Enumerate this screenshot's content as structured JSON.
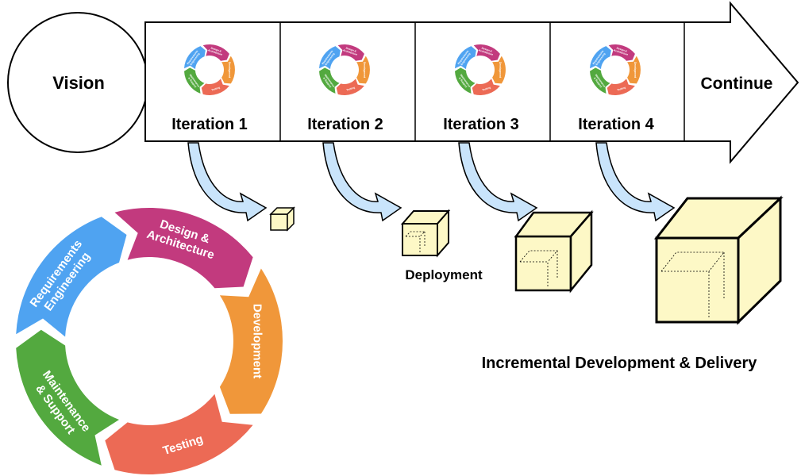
{
  "vision_label": "Vision",
  "continue_label": "Continue",
  "iterations": [
    {
      "label": "Iteration 1"
    },
    {
      "label": "Iteration 2"
    },
    {
      "label": "Iteration 3"
    },
    {
      "label": "Iteration 4"
    }
  ],
  "deployment_label": "Deployment",
  "incremental_label": "Incremental Development & Delivery",
  "cycle_segments": [
    {
      "label": [
        "Requirements",
        "Engineering"
      ],
      "color": "#4fa3f1"
    },
    {
      "label": [
        "Design &",
        "Architecture"
      ],
      "color": "#c23a7e"
    },
    {
      "label": [
        "Development"
      ],
      "color": "#f0973a"
    },
    {
      "label": [
        "Testing"
      ],
      "color": "#ec6a55"
    },
    {
      "label": [
        "Maintenance",
        "& Support"
      ],
      "color": "#53a93f"
    }
  ],
  "colors": {
    "flow_arrow": "#c9e4fb",
    "cube_face": "#fdf8c6",
    "outline": "#000000"
  }
}
